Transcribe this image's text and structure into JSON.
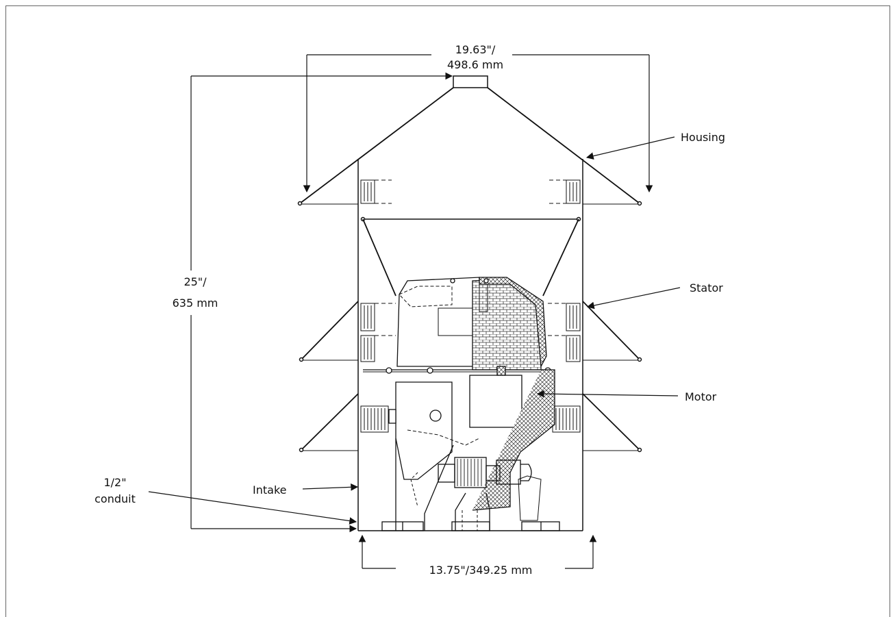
{
  "dimensions": {
    "width_line1": "19.63\"/",
    "width_line2": "498.6 mm",
    "height_line1": "25\"/",
    "height_line2": "635 mm",
    "base": "13.75\"/349.25 mm"
  },
  "callouts": {
    "housing": "Housing",
    "stator": "Stator",
    "motor": "Motor",
    "intake": "Intake",
    "conduit_line1": "1/2\"",
    "conduit_line2": "conduit"
  },
  "colors": {
    "line": "#111111",
    "frame": "#666666",
    "hatch": "#333333"
  }
}
